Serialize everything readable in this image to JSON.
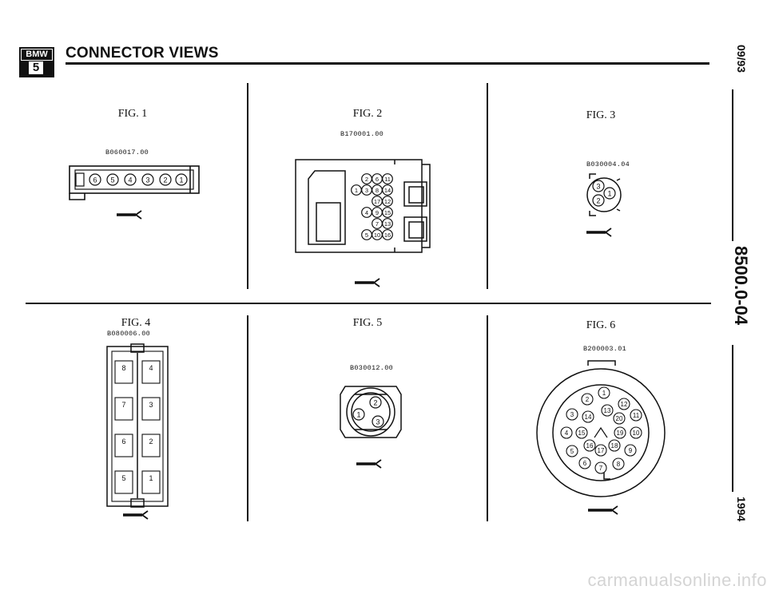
{
  "header": {
    "logo_top": "BMW",
    "logo_series": "5",
    "title": "CONNECTOR VIEWS"
  },
  "side": {
    "date": "09/93",
    "doc_number": "8500.0-04",
    "year": "1994"
  },
  "figures": [
    {
      "label": "FIG. 1",
      "code": "B060017.00",
      "pins": [
        "6",
        "5",
        "4",
        "3",
        "2",
        "1"
      ]
    },
    {
      "label": "FIG. 2",
      "code": "B170001.00",
      "pins": [
        "2",
        "6",
        "11",
        "1",
        "3",
        "8",
        "14",
        "17",
        "12",
        "4",
        "9",
        "15",
        "7",
        "13",
        "5",
        "10",
        "16"
      ]
    },
    {
      "label": "FIG. 3",
      "code": "B030004.04",
      "pins": [
        "3",
        "1",
        "2"
      ]
    },
    {
      "label": "FIG. 4",
      "code": "B080006.00",
      "pins": [
        "8",
        "4",
        "7",
        "3",
        "6",
        "2",
        "5",
        "1"
      ]
    },
    {
      "label": "FIG. 5",
      "code": "B030012.00",
      "pins": [
        "2",
        "1",
        "3"
      ]
    },
    {
      "label": "FIG. 6",
      "code": "B200003.01",
      "pins": [
        "1",
        "12",
        "2",
        "13",
        "3",
        "14",
        "20",
        "11",
        "4",
        "15",
        "19",
        "10",
        "16",
        "18",
        "5",
        "17",
        "9",
        "6",
        "7",
        "8"
      ]
    }
  ],
  "footer": {
    "watermark": "carmanualsonline.info"
  }
}
